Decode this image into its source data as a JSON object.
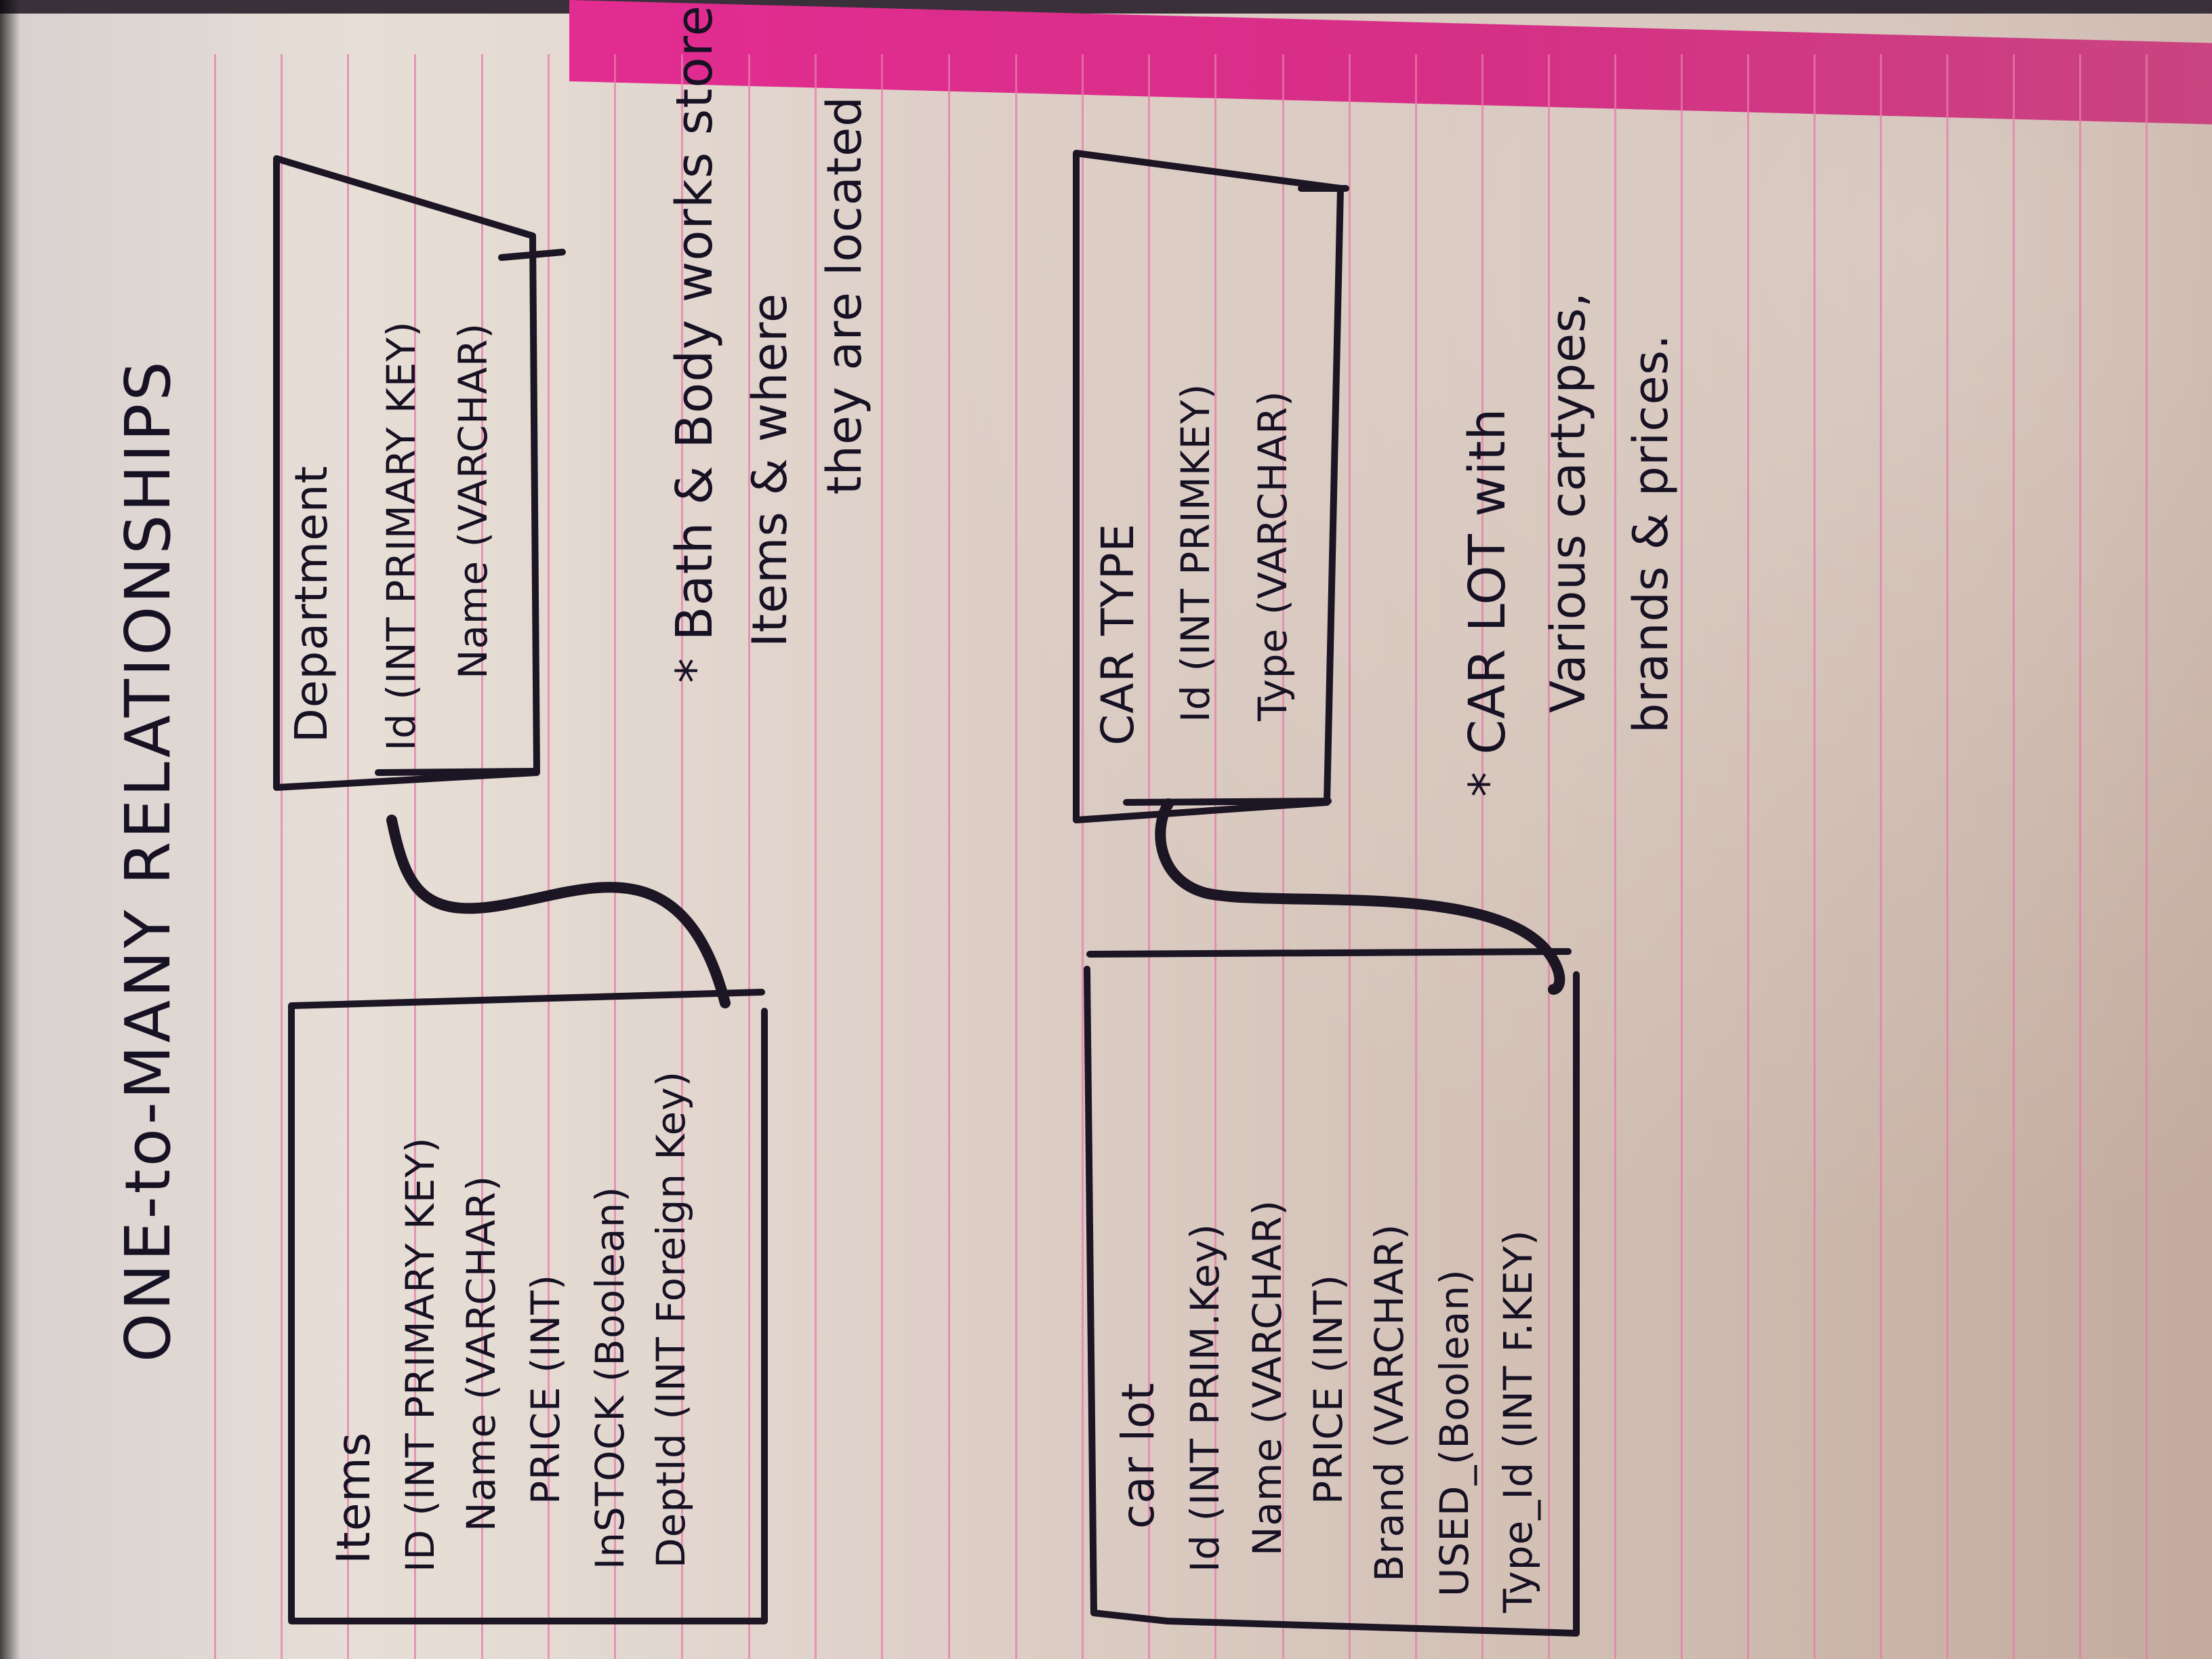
{
  "notebook": {
    "title": "ONE-to-MANY RELATIONSHIPS",
    "paper_color": "#ded0c8",
    "ink_color": "#171124",
    "margin_band_color": "#e22c91",
    "rule_color": "#e67cab"
  },
  "examples": [
    {
      "left_table": {
        "title": "Items",
        "fields": [
          "ID (INT PRIMARY KEY)",
          "Name (VARCHAR)",
          "PRICE (INT)",
          "InSTOCK (Boolean)",
          "DeptId (INT Foreign Key)"
        ]
      },
      "right_table": {
        "title": "Department",
        "fields": [
          "Id (INT PRIMARY KEY)",
          "Name (VARCHAR)"
        ]
      },
      "note_lines": [
        "* Bath & Body works store",
        "Items & where",
        "they are located"
      ]
    },
    {
      "left_table": {
        "title": "car lot",
        "fields": [
          "Id (INT PRIM.Key)",
          "Name (VARCHAR)",
          "PRICE (INT)",
          "Brand (VARCHAR)",
          "USED_(Boolean)",
          "Type_Id (INT F.KEY)"
        ]
      },
      "right_table": {
        "title": "CAR TYPE",
        "fields": [
          "Id (INT PRIMKEY)",
          "Type (VARCHAR)"
        ]
      },
      "note_lines": [
        "* CAR LOT with",
        "Various cartypes,",
        "brands & prices."
      ]
    }
  ]
}
